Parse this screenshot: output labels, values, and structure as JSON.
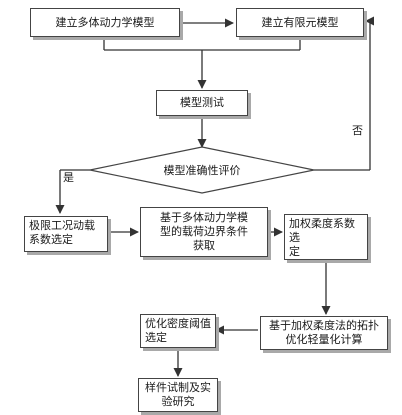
{
  "nodes": {
    "multibody_model": "建立多体动力学模型",
    "fem_model": "建立有限元模型",
    "model_test": "模型测试",
    "accuracy_eval": "模型准确性评价",
    "limit_conditions": "极限工况动载\n系数选定",
    "load_boundary": "基于多体动力学模\n型的载荷边界条件\n获取",
    "weighted_compliance": "加权柔度系数选\n定",
    "topology_opt": "基于加权柔度法的拓扑\n优化轻量化计算",
    "density_threshold": "优化密度阈值\n选定",
    "prototype": "样件试制及实\n验研究"
  },
  "edges": {
    "yes": "是",
    "no": "否"
  }
}
